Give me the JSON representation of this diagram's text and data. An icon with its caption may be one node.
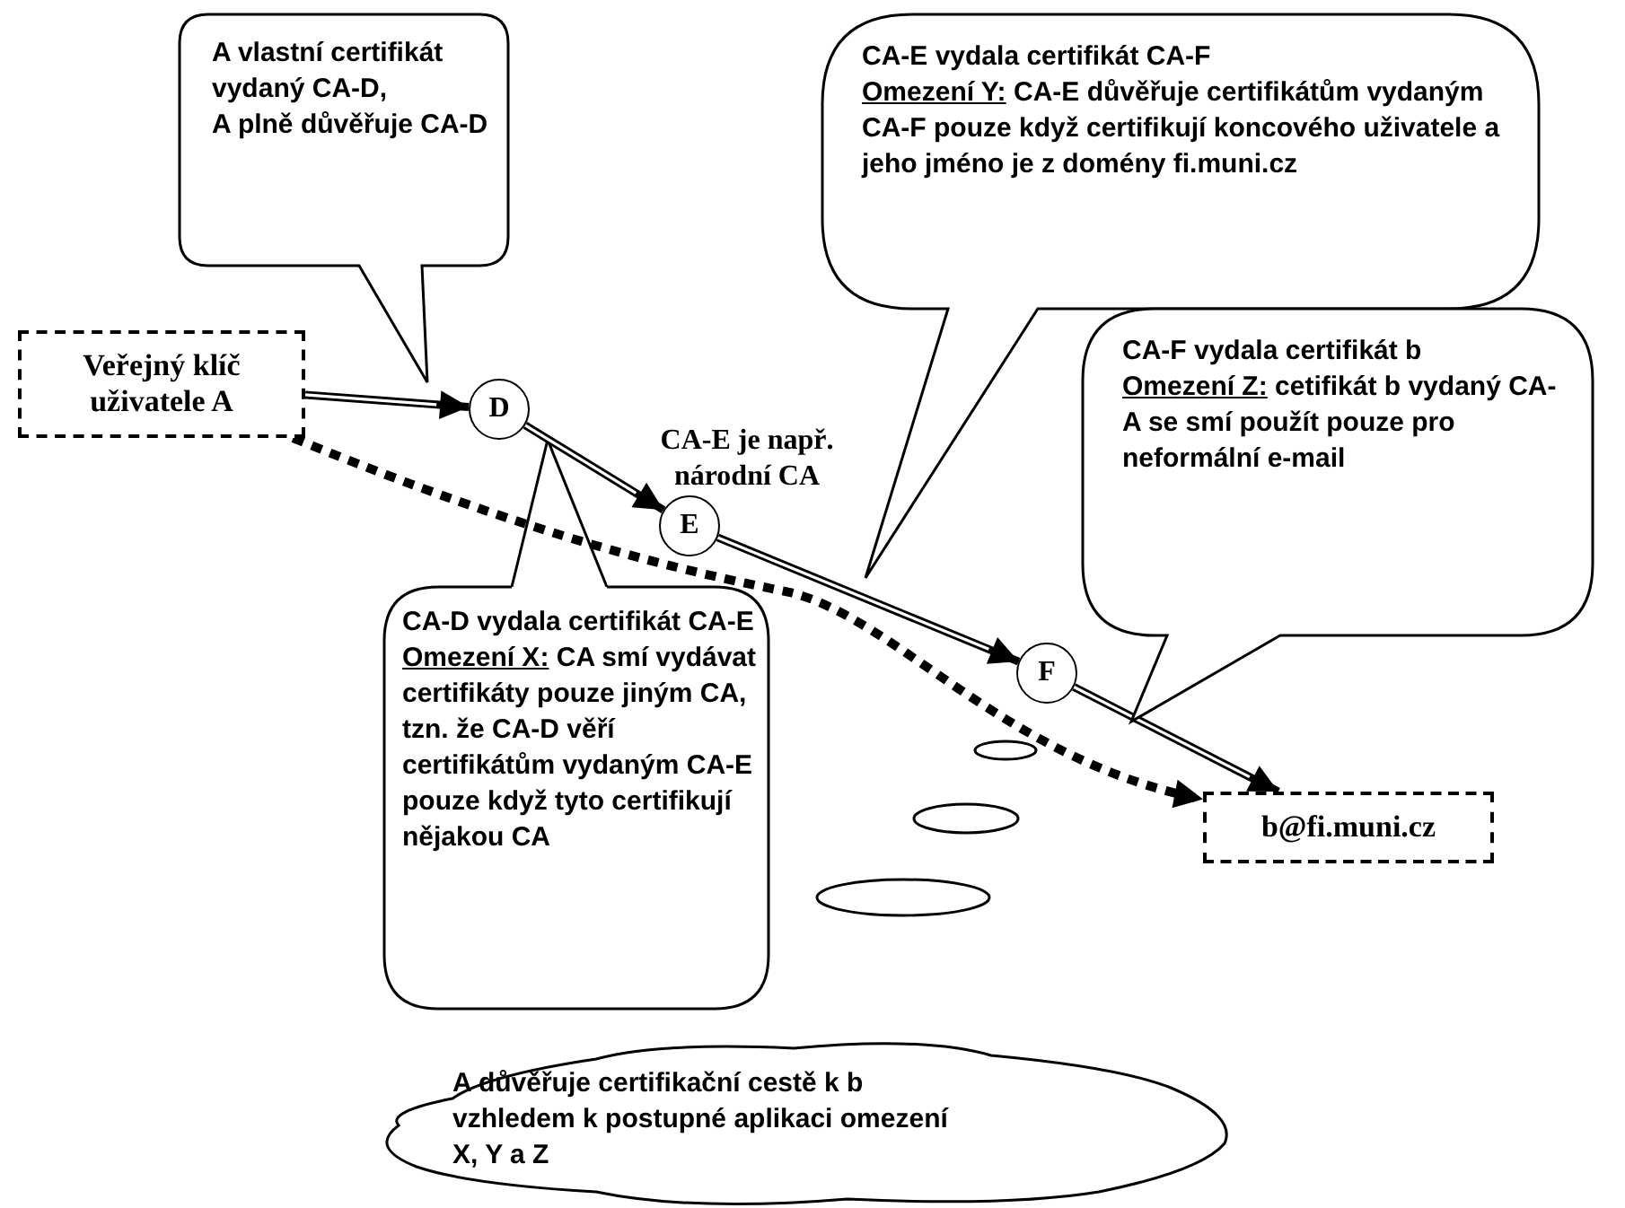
{
  "diagram": {
    "nodes": [
      {
        "text": [
          "Veřejný klíč uživatele A"
        ]
      },
      {
        "text": [
          "D"
        ]
      },
      {
        "text": [
          "E"
        ]
      },
      {
        "text": [
          "F"
        ]
      },
      {
        "text": [
          "b@fi.muni.cz"
        ]
      },
      {
        "text": [
          "A vlastní certifikát vydaný CA-D,",
          "A plně důvěřuje CA-D"
        ]
      },
      {
        "text": [
          "CA-E vydala certifikát CA-F",
          "Omezení Y:",
          "CA-E důvěřuje certifikátům vydaným CA-F pouze když certifikují koncového uživatele a jeho jméno je z domény fi.muni.cz"
        ]
      },
      {
        "text": [
          "CA-F vydala certifikát b",
          "Omezení Z:",
          "cetifikát b vydaný CA-A se smí použít pouze pro neformální e-mail"
        ]
      },
      {
        "text": [
          "CA-D vydala certifikát CA-E",
          "Omezení X:",
          "CA smí vydávat certifikáty pouze jiným CA, tzn. že CA-D věří certifikátům vydaným CA-E pouze když tyto certifikují nějakou CA"
        ]
      },
      {
        "text": [
          "A důvěřuje certifikační cestě k b vzhledem k postupné aplikaci omezení X, Y a Z"
        ]
      }
    ],
    "edges": [
      {
        "from": 0,
        "to": 1,
        "arrow": "to"
      },
      {
        "from": 1,
        "to": 2,
        "arrow": "to"
      },
      {
        "from": 2,
        "to": 3,
        "arrow": "to"
      },
      {
        "from": 3,
        "to": 4,
        "arrow": "to"
      },
      {
        "from": 0,
        "to": 4,
        "arrow": "to",
        "style": "dashed"
      }
    ],
    "labels": [
      "CA-E je např. národní CA"
    ]
  }
}
